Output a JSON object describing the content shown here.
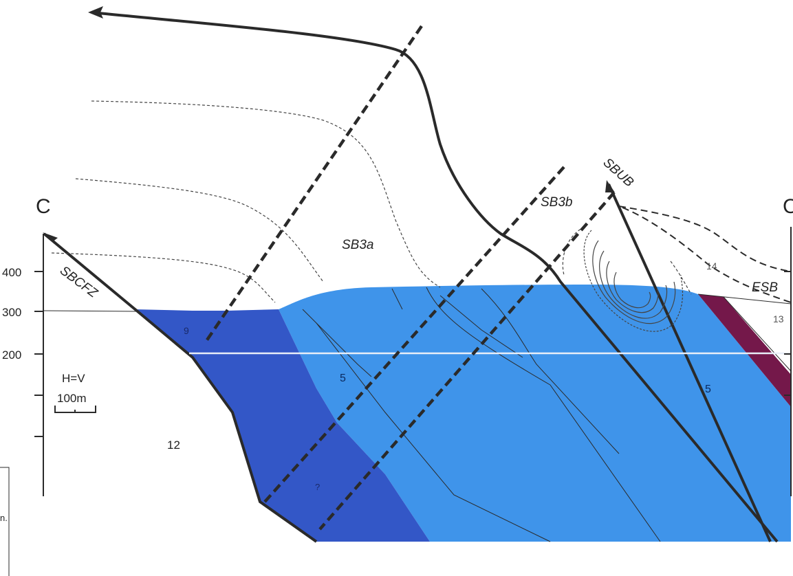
{
  "section": {
    "end_left": "C",
    "end_right": "C'",
    "depth_ticks": [
      "400",
      "300",
      "200"
    ],
    "scale_ratio": "H=V",
    "scale_length": "100m"
  },
  "structures": {
    "sbcfz": "SBCFZ",
    "sbub": "SBUB",
    "sb3a": "SB3a",
    "sb3b": "SB3b",
    "esb": "ESB"
  },
  "units": {
    "unit_9": "9",
    "unit_5_left": "5",
    "unit_5_right": "5",
    "unit_12": "12",
    "unit_14": "14",
    "unit_13": "13",
    "unit_lower": "?"
  },
  "colors": {
    "unit_light_blue": "#3f94ea",
    "unit_dark_blue": "#3357c7",
    "unit_purple": "#74184a",
    "line_dark": "#2a2a2a"
  },
  "margin_note": "n."
}
